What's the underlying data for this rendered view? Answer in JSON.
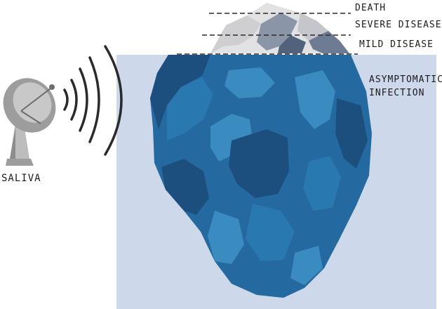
{
  "labels": {
    "death": "DEATH",
    "severe": "SEVERE DISEASE",
    "mild": "MILD DISEASE",
    "asymptomatic_line1": "ASYMPTOMATIC",
    "asymptomatic_line2": "INFECTION",
    "saliva": "SALIVA"
  },
  "icons": {
    "dish": "satellite-dish-icon",
    "iceberg": "iceberg-icon",
    "signal": "signal-waves-icon"
  },
  "colors": {
    "water": "#cdd8ea",
    "ice_dark": "#1d4f7e",
    "ice_mid": "#2469a0",
    "ice_light": "#3a8bc0",
    "ice_top": "#e2e2e4",
    "ice_top_shadow": "#7d8aa0",
    "dish": "#9d9d9d",
    "line": "#2a2a2a"
  }
}
